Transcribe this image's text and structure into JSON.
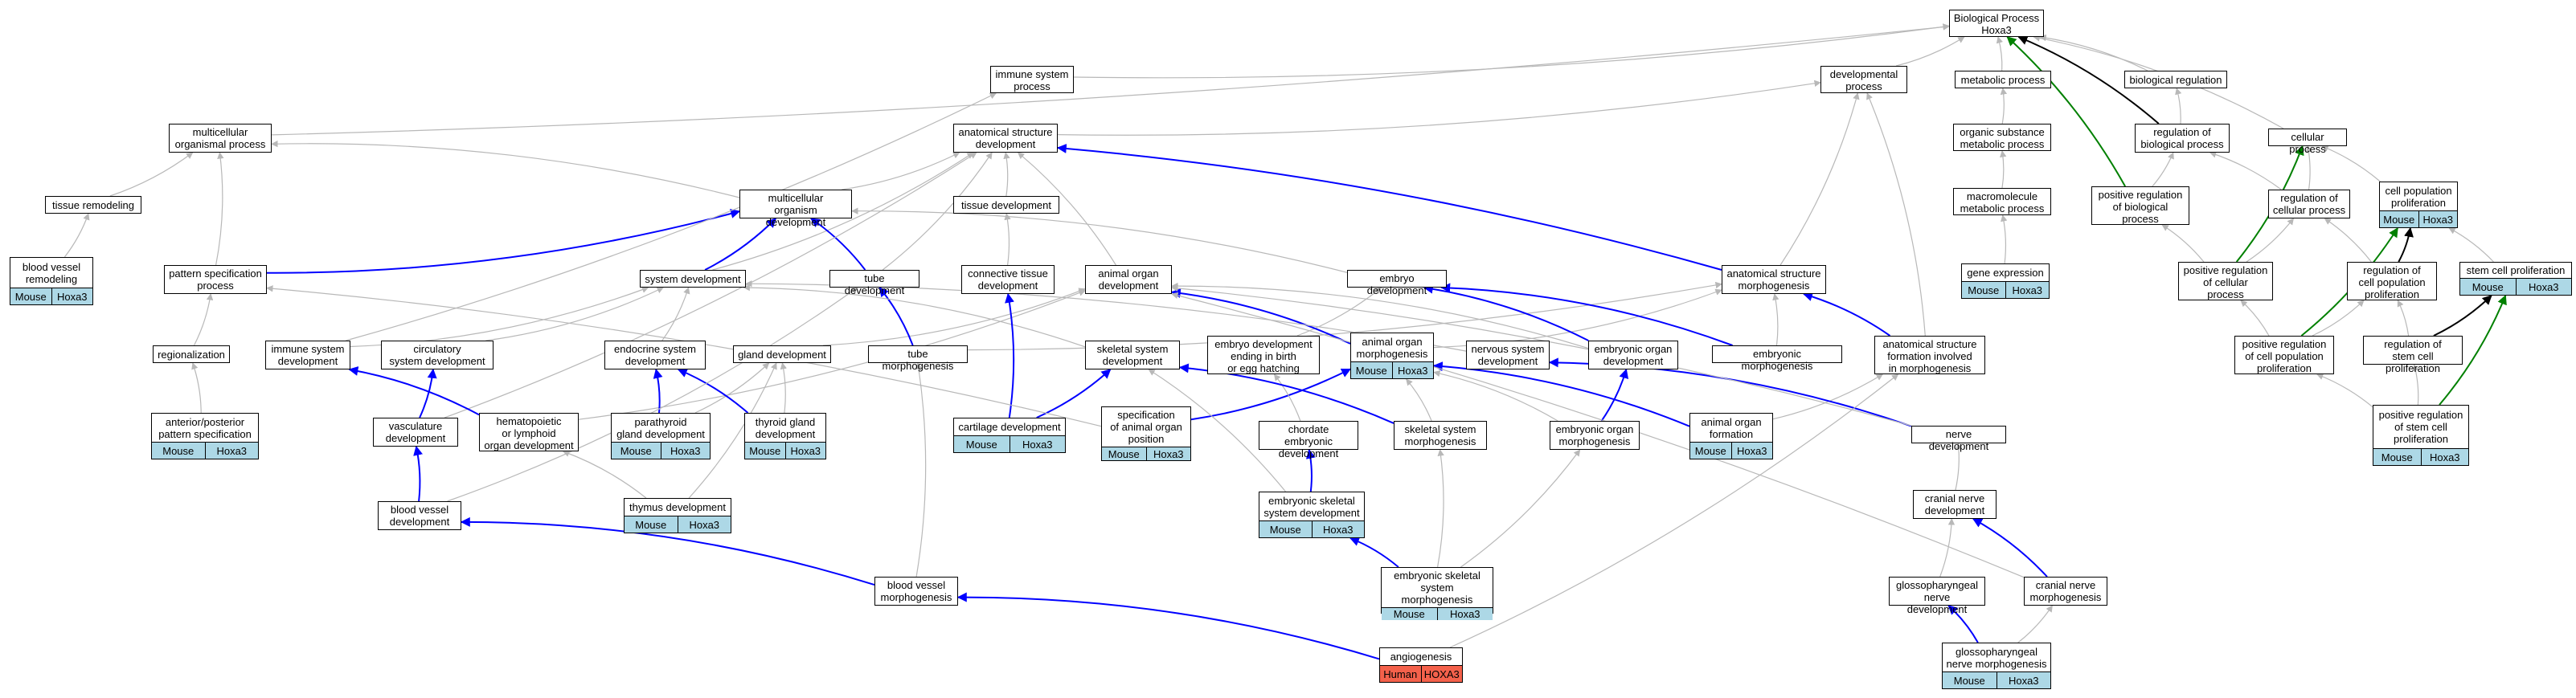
{
  "colors": {
    "is_a": "#b8b8b8",
    "part_of": "#0000ff",
    "positive_regulation": "#008000",
    "regulates": "#000000",
    "annotation_mouse": "#add8e6",
    "annotation_human": "#f4614b"
  },
  "nodes": [
    {
      "id": "bp",
      "label": "Biological Process\nHoxa3"
    },
    {
      "id": "isp",
      "label": "immune system\nprocess"
    },
    {
      "id": "devp",
      "label": "developmental\nprocess"
    },
    {
      "id": "metp",
      "label": "metabolic process"
    },
    {
      "id": "bioreg",
      "label": "biological regulation"
    },
    {
      "id": "mop",
      "label": "multicellular\norganismal process"
    },
    {
      "id": "asd",
      "label": "anatomical structure\ndevelopment"
    },
    {
      "id": "osmp",
      "label": "organic substance\nmetabolic process"
    },
    {
      "id": "regbp",
      "label": "regulation of\nbiological process"
    },
    {
      "id": "cellp",
      "label": "cellular process"
    },
    {
      "id": "tremod",
      "label": "tissue remodeling"
    },
    {
      "id": "mod",
      "label": "multicellular\norganism development"
    },
    {
      "id": "tdev",
      "label": "tissue development"
    },
    {
      "id": "mmp",
      "label": "macromolecule\nmetabolic process"
    },
    {
      "id": "posregbp",
      "label": "positive regulation\nof biological\nprocess"
    },
    {
      "id": "regcp",
      "label": "regulation of\ncellular process"
    },
    {
      "id": "cpp",
      "label": "cell population\nproliferation",
      "species": [
        "Mouse",
        "Hoxa3"
      ]
    },
    {
      "id": "bvr",
      "label": "blood vessel\nremodeling",
      "species": [
        "Mouse",
        "Hoxa3"
      ]
    },
    {
      "id": "psp",
      "label": "pattern specification\nprocess"
    },
    {
      "id": "sysdev",
      "label": "system development"
    },
    {
      "id": "tubedev",
      "label": "tube development"
    },
    {
      "id": "ctd",
      "label": "connective tissue\ndevelopment"
    },
    {
      "id": "aod",
      "label": "animal organ\ndevelopment"
    },
    {
      "id": "embdev",
      "label": "embryo development"
    },
    {
      "id": "asm",
      "label": "anatomical structure\nmorphogenesis"
    },
    {
      "id": "geneexp",
      "label": "gene expression",
      "species": [
        "Mouse",
        "Hoxa3"
      ]
    },
    {
      "id": "posregcp",
      "label": "positive regulation\nof cellular\nprocess"
    },
    {
      "id": "regcpp",
      "label": "regulation of\ncell population\nproliferation"
    },
    {
      "id": "scp",
      "label": "stem cell proliferation",
      "species": [
        "Mouse",
        "Hoxa3"
      ]
    },
    {
      "id": "regional",
      "label": "regionalization"
    },
    {
      "id": "immdev",
      "label": "immune system\ndevelopment"
    },
    {
      "id": "circdev",
      "label": "circulatory\nsystem development"
    },
    {
      "id": "endodev",
      "label": "endocrine system\ndevelopment"
    },
    {
      "id": "glanddev",
      "label": "gland development"
    },
    {
      "id": "tubemorph",
      "label": "tube morphogenesis"
    },
    {
      "id": "skeldev",
      "label": "skeletal system\ndevelopment"
    },
    {
      "id": "embbirth",
      "label": "embryo development\nending in birth\nor egg hatching"
    },
    {
      "id": "aom",
      "label": "animal organ\nmorphogenesis",
      "species": [
        "Mouse",
        "Hoxa3"
      ]
    },
    {
      "id": "nsd",
      "label": "nervous system\ndevelopment"
    },
    {
      "id": "eod",
      "label": "embryonic organ\ndevelopment"
    },
    {
      "id": "embmorph",
      "label": "embryonic morphogenesis"
    },
    {
      "id": "asfim",
      "label": "anatomical structure\nformation involved\nin morphogenesis"
    },
    {
      "id": "posregcpp",
      "label": "positive regulation\nof cell population\nproliferation"
    },
    {
      "id": "regscp",
      "label": "regulation of\nstem cell proliferation"
    },
    {
      "id": "appsp",
      "label": "anterior/posterior\npattern specification",
      "species": [
        "Mouse",
        "Hoxa3"
      ]
    },
    {
      "id": "vascdev",
      "label": "vasculature\ndevelopment"
    },
    {
      "id": "hemdev",
      "label": "hematopoietic\nor lymphoid\norgan development"
    },
    {
      "id": "paradev",
      "label": "parathyroid\ngland development",
      "species": [
        "Mouse",
        "Hoxa3"
      ]
    },
    {
      "id": "thyrdev",
      "label": "thyroid gland\ndevelopment",
      "species": [
        "Mouse",
        "Hoxa3"
      ]
    },
    {
      "id": "cartdev",
      "label": "cartilage development",
      "species": [
        "Mouse",
        "Hoxa3"
      ]
    },
    {
      "id": "specaop",
      "label": "specification\nof animal organ\nposition",
      "species": [
        "Mouse",
        "Hoxa3"
      ]
    },
    {
      "id": "chordev",
      "label": "chordate embryonic\ndevelopment"
    },
    {
      "id": "skelmorph",
      "label": "skeletal system\nmorphogenesis"
    },
    {
      "id": "eom",
      "label": "embryonic organ\nmorphogenesis"
    },
    {
      "id": "aof",
      "label": "animal organ\nformation",
      "species": [
        "Mouse",
        "Hoxa3"
      ]
    },
    {
      "id": "nervedev",
      "label": "nerve development"
    },
    {
      "id": "posregscp",
      "label": "positive regulation\nof stem cell\nproliferation",
      "species": [
        "Mouse",
        "Hoxa3"
      ]
    },
    {
      "id": "bvd",
      "label": "blood vessel\ndevelopment"
    },
    {
      "id": "thymdev",
      "label": "thymus development",
      "species": [
        "Mouse",
        "Hoxa3"
      ]
    },
    {
      "id": "esksd",
      "label": "embryonic skeletal\nsystem development",
      "species": [
        "Mouse",
        "Hoxa3"
      ]
    },
    {
      "id": "cnd",
      "label": "cranial nerve\ndevelopment"
    },
    {
      "id": "bvm",
      "label": "blood vessel\nmorphogenesis"
    },
    {
      "id": "eskm",
      "label": "embryonic skeletal\nsystem morphogenesis",
      "species": [
        "Mouse",
        "Hoxa3"
      ]
    },
    {
      "id": "gpnd",
      "label": "glossopharyngeal\nnerve development"
    },
    {
      "id": "cnm",
      "label": "cranial nerve\nmorphogenesis"
    },
    {
      "id": "angio",
      "label": "angiogenesis",
      "species": [
        "Human",
        "HOXA3"
      ]
    },
    {
      "id": "gpnm",
      "label": "glossopharyngeal\nnerve morphogenesis",
      "species": [
        "Mouse",
        "Hoxa3"
      ]
    }
  ],
  "edges": [
    [
      "isp",
      "bp",
      "is_a"
    ],
    [
      "devp",
      "bp",
      "is_a"
    ],
    [
      "metp",
      "bp",
      "is_a"
    ],
    [
      "bioreg",
      "bp",
      "is_a"
    ],
    [
      "cellp",
      "bp",
      "is_a"
    ],
    [
      "regbp",
      "bp",
      "regulates"
    ],
    [
      "posregbp",
      "bp",
      "positive_regulation"
    ],
    [
      "mop",
      "bp",
      "is_a"
    ],
    [
      "asd",
      "devp",
      "is_a"
    ],
    [
      "osmp",
      "metp",
      "is_a"
    ],
    [
      "regbp",
      "bioreg",
      "is_a"
    ],
    [
      "tremod",
      "mop",
      "is_a"
    ],
    [
      "bvr",
      "tremod",
      "is_a"
    ],
    [
      "mod",
      "mop",
      "is_a"
    ],
    [
      "mod",
      "asd",
      "is_a"
    ],
    [
      "tdev",
      "asd",
      "is_a"
    ],
    [
      "mmp",
      "osmp",
      "is_a"
    ],
    [
      "geneexp",
      "mmp",
      "is_a"
    ],
    [
      "posregbp",
      "regbp",
      "is_a"
    ],
    [
      "regcp",
      "regbp",
      "is_a"
    ],
    [
      "regcp",
      "cellp",
      "is_a"
    ],
    [
      "cpp",
      "cellp",
      "is_a"
    ],
    [
      "posregcp",
      "posregbp",
      "is_a"
    ],
    [
      "posregcp",
      "regcp",
      "is_a"
    ],
    [
      "posregcp",
      "cellp",
      "positive_regulation"
    ],
    [
      "psp",
      "mop",
      "is_a"
    ],
    [
      "psp",
      "mod",
      "part_of"
    ],
    [
      "sysdev",
      "mod",
      "part_of"
    ],
    [
      "sysdev",
      "asd",
      "is_a"
    ],
    [
      "tubedev",
      "mod",
      "part_of"
    ],
    [
      "tubedev",
      "asd",
      "is_a"
    ],
    [
      "ctd",
      "tdev",
      "is_a"
    ],
    [
      "aod",
      "asd",
      "is_a"
    ],
    [
      "embdev",
      "mod",
      "is_a"
    ],
    [
      "asm",
      "devp",
      "is_a"
    ],
    [
      "asm",
      "asd",
      "part_of"
    ],
    [
      "regcpp",
      "regcp",
      "is_a"
    ],
    [
      "regcpp",
      "cpp",
      "regulates"
    ],
    [
      "scp",
      "cpp",
      "is_a"
    ],
    [
      "regional",
      "psp",
      "is_a"
    ],
    [
      "immdev",
      "sysdev",
      "is_a"
    ],
    [
      "immdev",
      "isp",
      "is_a"
    ],
    [
      "circdev",
      "sysdev",
      "is_a"
    ],
    [
      "endodev",
      "sysdev",
      "is_a"
    ],
    [
      "glanddev",
      "aod",
      "is_a"
    ],
    [
      "tubemorph",
      "tubedev",
      "part_of"
    ],
    [
      "tubemorph",
      "asm",
      "is_a"
    ],
    [
      "skeldev",
      "sysdev",
      "is_a"
    ],
    [
      "embbirth",
      "embdev",
      "is_a"
    ],
    [
      "aom",
      "aod",
      "part_of"
    ],
    [
      "aom",
      "asm",
      "is_a"
    ],
    [
      "nsd",
      "sysdev",
      "is_a"
    ],
    [
      "eod",
      "embdev",
      "part_of"
    ],
    [
      "eod",
      "aod",
      "is_a"
    ],
    [
      "embmorph",
      "embdev",
      "part_of"
    ],
    [
      "embmorph",
      "asm",
      "is_a"
    ],
    [
      "asfim",
      "asm",
      "part_of"
    ],
    [
      "asfim",
      "devp",
      "is_a"
    ],
    [
      "posregcpp",
      "regcpp",
      "is_a"
    ],
    [
      "posregcpp",
      "posregcp",
      "is_a"
    ],
    [
      "posregcpp",
      "cpp",
      "positive_regulation"
    ],
    [
      "regscp",
      "regcpp",
      "is_a"
    ],
    [
      "regscp",
      "scp",
      "regulates"
    ],
    [
      "appsp",
      "regional",
      "is_a"
    ],
    [
      "vascdev",
      "circdev",
      "part_of"
    ],
    [
      "vascdev",
      "asd",
      "is_a"
    ],
    [
      "hemdev",
      "immdev",
      "part_of"
    ],
    [
      "hemdev",
      "aod",
      "is_a"
    ],
    [
      "paradev",
      "endodev",
      "part_of"
    ],
    [
      "paradev",
      "glanddev",
      "is_a"
    ],
    [
      "thyrdev",
      "endodev",
      "part_of"
    ],
    [
      "thyrdev",
      "glanddev",
      "is_a"
    ],
    [
      "cartdev",
      "ctd",
      "part_of"
    ],
    [
      "cartdev",
      "skeldev",
      "part_of"
    ],
    [
      "specaop",
      "aom",
      "part_of"
    ],
    [
      "specaop",
      "psp",
      "is_a"
    ],
    [
      "chordev",
      "embbirth",
      "is_a"
    ],
    [
      "skelmorph",
      "skeldev",
      "part_of"
    ],
    [
      "skelmorph",
      "aom",
      "is_a"
    ],
    [
      "eom",
      "eod",
      "part_of"
    ],
    [
      "eom",
      "aom",
      "is_a"
    ],
    [
      "aof",
      "aom",
      "part_of"
    ],
    [
      "aof",
      "asfim",
      "is_a"
    ],
    [
      "nervedev",
      "nsd",
      "part_of"
    ],
    [
      "nervedev",
      "aod",
      "is_a"
    ],
    [
      "posregscp",
      "regscp",
      "is_a"
    ],
    [
      "posregscp",
      "posregcpp",
      "is_a"
    ],
    [
      "posregscp",
      "scp",
      "positive_regulation"
    ],
    [
      "bvd",
      "vascdev",
      "part_of"
    ],
    [
      "bvd",
      "tubedev",
      "is_a"
    ],
    [
      "thymdev",
      "hemdev",
      "is_a"
    ],
    [
      "thymdev",
      "glanddev",
      "is_a"
    ],
    [
      "esksd",
      "chordev",
      "part_of"
    ],
    [
      "esksd",
      "skeldev",
      "is_a"
    ],
    [
      "cnd",
      "nervedev",
      "is_a"
    ],
    [
      "bvm",
      "bvd",
      "part_of"
    ],
    [
      "bvm",
      "tubemorph",
      "is_a"
    ],
    [
      "eskm",
      "esksd",
      "part_of"
    ],
    [
      "eskm",
      "skelmorph",
      "is_a"
    ],
    [
      "eskm",
      "eom",
      "is_a"
    ],
    [
      "gpnd",
      "cnd",
      "is_a"
    ],
    [
      "cnm",
      "cnd",
      "part_of"
    ],
    [
      "cnm",
      "aod",
      "is_a"
    ],
    [
      "angio",
      "bvm",
      "part_of"
    ],
    [
      "angio",
      "asfim",
      "is_a"
    ],
    [
      "gpnm",
      "gpnd",
      "part_of"
    ],
    [
      "gpnm",
      "cnm",
      "is_a"
    ]
  ]
}
